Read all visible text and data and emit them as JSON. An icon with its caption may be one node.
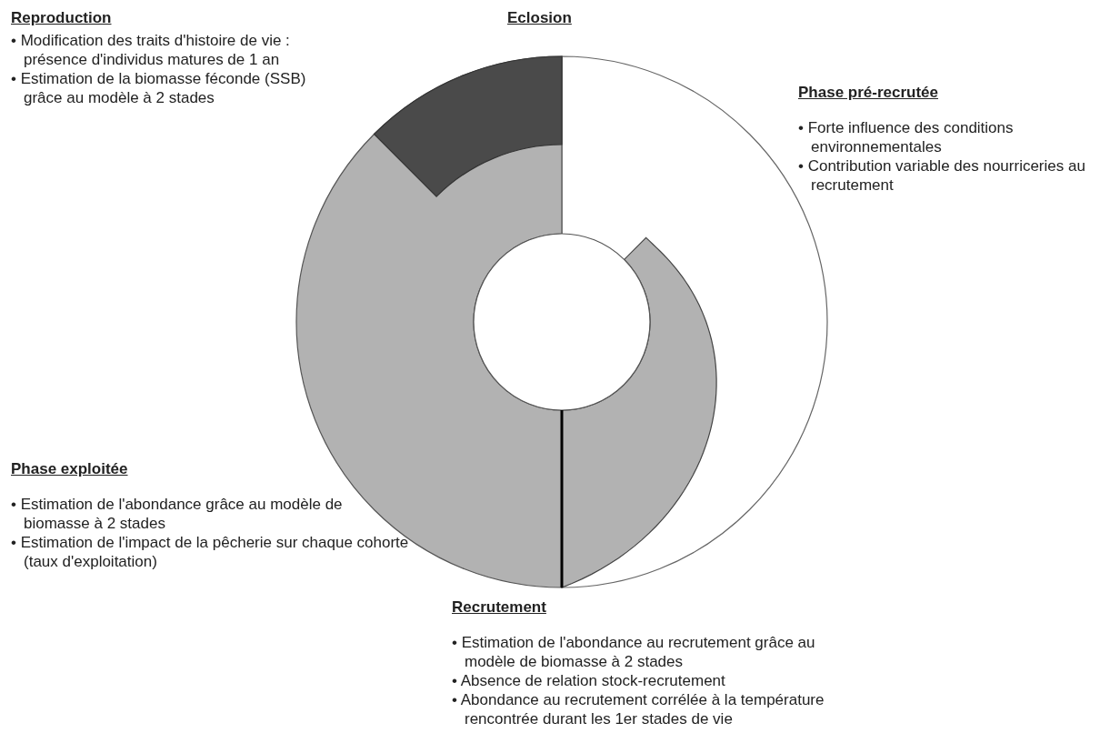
{
  "diagram": {
    "labels": [
      "Reproduction",
      "• Modification des traits d'histoire de vie : présence d'individus matures de 1 an",
      "• Estimation de la biomasse féconde (SSB) grâce au modèle à 2 stades",
      "Eclosion",
      "Phase pré-recrutée",
      "• Forte influence des conditions environnementales",
      "• Contribution variable des nourriceries au recrutement",
      "Phase exploitée",
      "• Estimation de l'abondance grâce au modèle de biomasse à 2 stades",
      "• Estimation de l'impact de la pêcherie sur chaque cohorte (taux d'exploitation)",
      "Recrutement",
      "• Estimation de l'abondance au recrutement grâce au modèle de biomasse à 2 stades",
      "• Absence de relation stock-recrutement",
      "• Abondance au recrutement corrélée à la température rencontrée durant les 1er stades de vie"
    ]
  }
}
